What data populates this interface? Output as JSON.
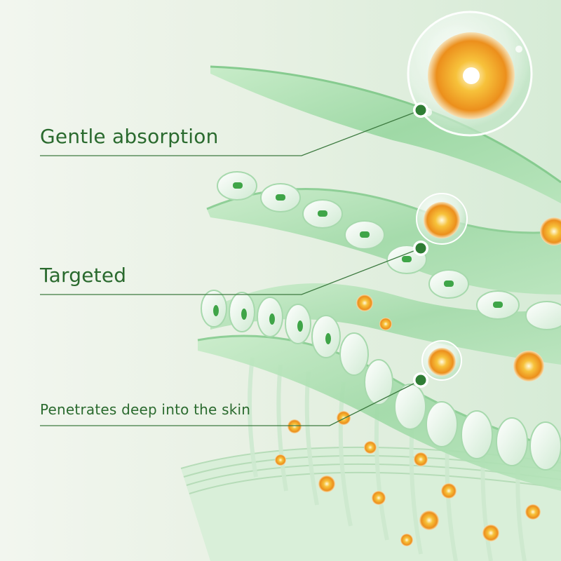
{
  "callouts": [
    {
      "text": "Gentle absorption"
    },
    {
      "text": "Targeted"
    },
    {
      "text": "Penetrates deep into the skin"
    }
  ],
  "colors": {
    "label_text": "#2a6a2e",
    "leader_line": "#3d7a40",
    "marker_dot": "#2f7d34",
    "layer_green": "#a9dcaf",
    "capsule_orange": "#f2a227"
  },
  "icons": [
    "vitamin-capsule-icon",
    "cell-nucleus-icon",
    "marker-dot-icon"
  ]
}
